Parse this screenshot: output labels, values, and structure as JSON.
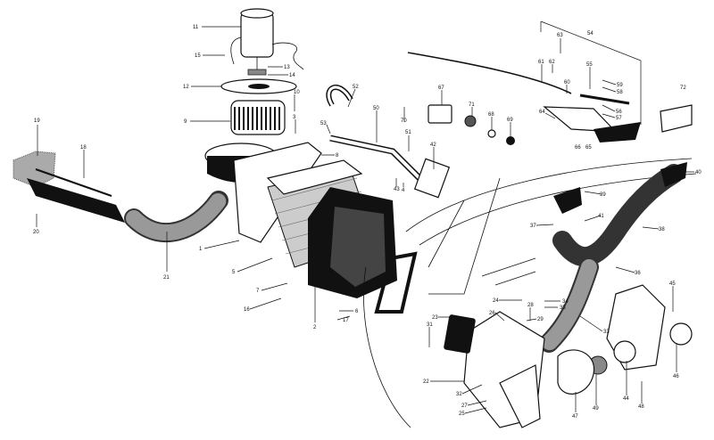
{
  "diagram": {
    "type": "exploded parts diagram",
    "callouts": {
      "c1": "1",
      "c2": "2",
      "c3": "3",
      "c4": "4",
      "c5": "5",
      "c6": "6",
      "c7": "7",
      "c8": "8",
      "c9": "9",
      "c10": "10",
      "c11": "11",
      "c12": "12",
      "c13": "13",
      "c14": "14",
      "c15": "15",
      "c16": "16",
      "c17": "17",
      "c18": "18",
      "c19": "19",
      "c20": "20",
      "c21": "21",
      "c22": "22",
      "c23": "23",
      "c24": "24",
      "c25": "25",
      "c26": "26",
      "c27": "27",
      "c28": "28",
      "c29": "29",
      "c31": "31",
      "c32": "32",
      "c33": "33",
      "c34": "34",
      "c35": "35",
      "c36": "36",
      "c37": "37",
      "c38": "38",
      "c39": "39",
      "c40": "40",
      "c41": "41",
      "c42": "42",
      "c43": "43",
      "c44": "44",
      "c45": "45",
      "c46": "46",
      "c47": "47",
      "c48": "48",
      "c49": "49",
      "c50": "50",
      "c51": "51",
      "c52": "52",
      "c53": "53",
      "c54": "54",
      "c55": "55",
      "c56": "56",
      "c57": "57",
      "c58": "58",
      "c59": "59",
      "c60": "60",
      "c61": "61",
      "c62": "62",
      "c63": "63",
      "c64": "64",
      "c65": "65",
      "c66": "66",
      "c67": "67",
      "c68": "68",
      "c69": "69",
      "c70": "70",
      "c71": "71",
      "c72": "72"
    }
  }
}
